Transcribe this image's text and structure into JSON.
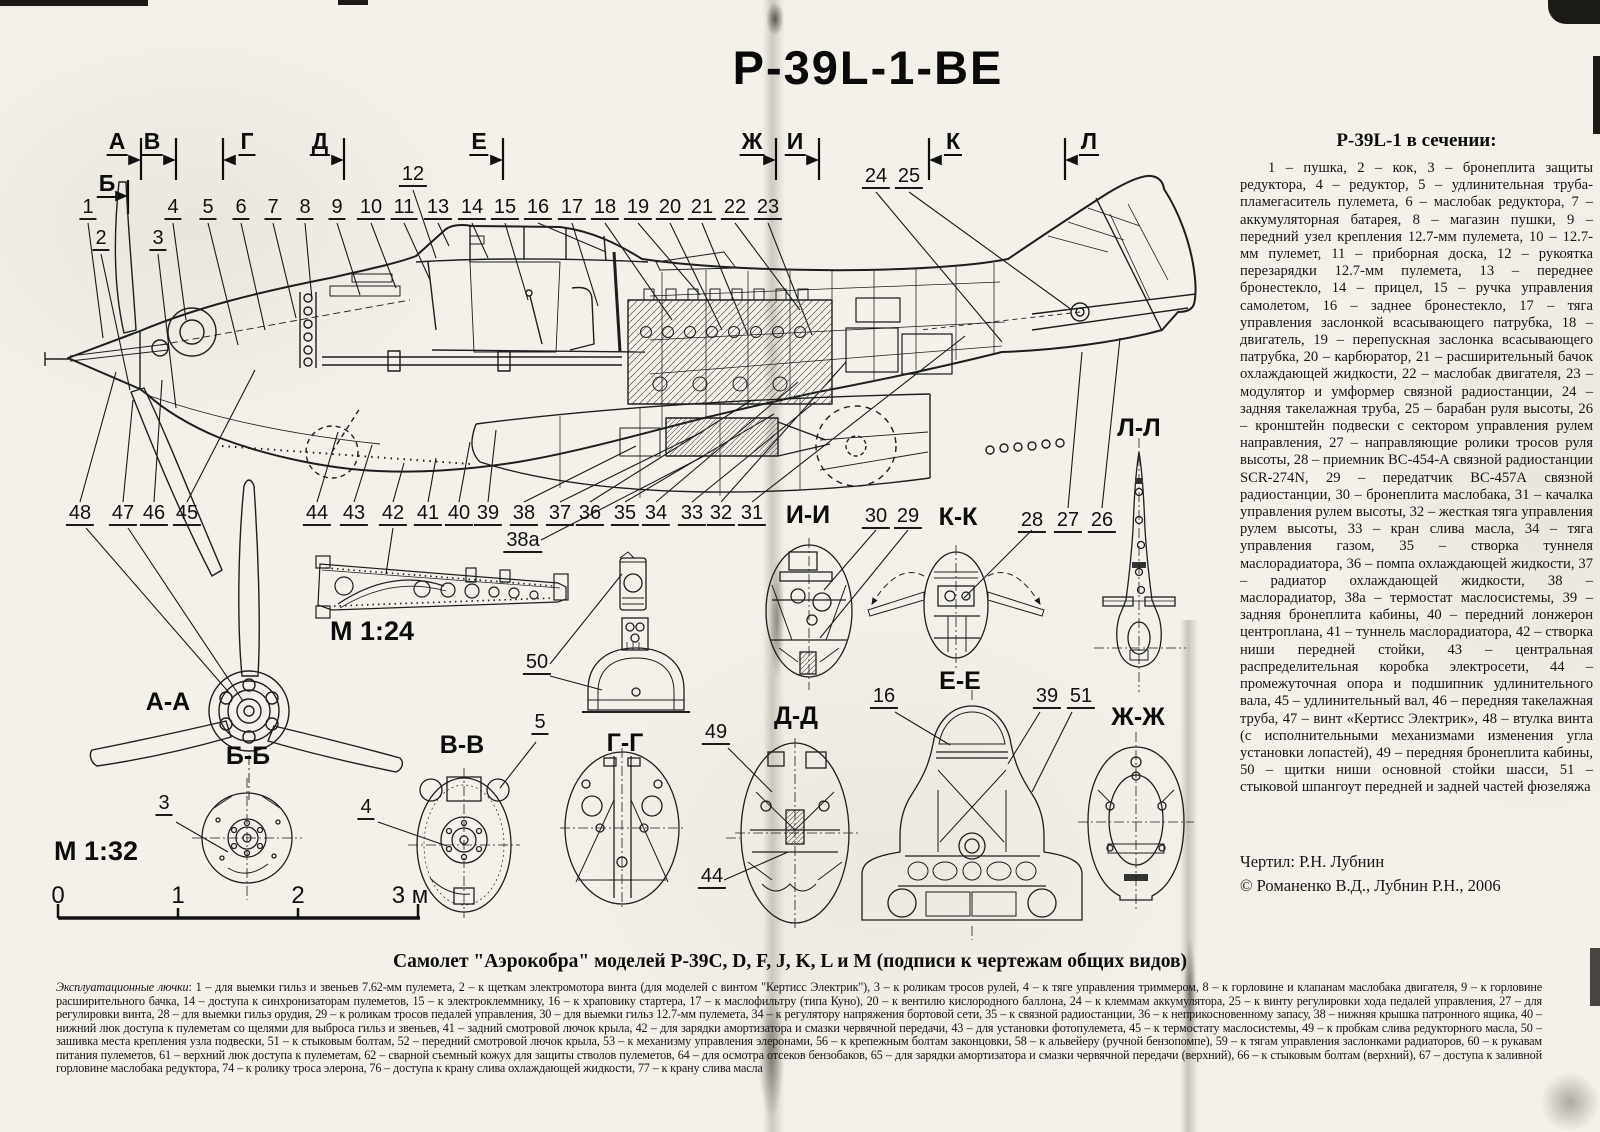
{
  "title": "P-39L-1-BE",
  "ruler": {
    "letters": [
      "А",
      "В",
      "Г",
      "Д",
      "Е",
      "Ж",
      "И",
      "К",
      "Л"
    ],
    "letter_b": "Б"
  },
  "callouts": {
    "top": [
      "1",
      "4",
      "5",
      "6",
      "7",
      "8",
      "9",
      "10",
      "11",
      "13",
      "14",
      "15",
      "16",
      "17",
      "18",
      "19",
      "20",
      "21",
      "22",
      "23"
    ],
    "elev": [
      "12",
      "24",
      "25"
    ],
    "left": [
      "2",
      "3"
    ],
    "bottom": [
      "48",
      "47",
      "46",
      "45",
      "44",
      "43",
      "42",
      "41",
      "40",
      "39",
      "38",
      "37",
      "36",
      "35",
      "34",
      "33",
      "32",
      "31"
    ],
    "b38a": "38a"
  },
  "sections": {
    "aa": {
      "label": "А-А"
    },
    "bb": {
      "label": "Б-Б",
      "c1": "3"
    },
    "vv": {
      "label": "В-В",
      "c1": "4",
      "c2": "5"
    },
    "gg": {
      "label": "Г-Г"
    },
    "dd": {
      "label": "Д-Д",
      "c1": "49",
      "c2": "44"
    },
    "ee": {
      "label": "Е-Е",
      "c1": "16",
      "c2": "39",
      "c3": "51"
    },
    "zh": {
      "label": "Ж-Ж"
    },
    "ii": {
      "label": "И-И",
      "c1": "30",
      "c2": "29"
    },
    "kk": {
      "label": "К-К",
      "c1": "28",
      "c2": "27",
      "c3": "26"
    },
    "ll": {
      "label": "Л-Л"
    },
    "gear_doors": {
      "c1": "50"
    }
  },
  "scales": {
    "m124": "М 1:24",
    "m132": "М 1:32",
    "bar": [
      "0",
      "1",
      "2",
      "3 м"
    ]
  },
  "legend": {
    "heading": "Р-39L-1 в сечении:",
    "body": "1 – пушка, 2 – кок, 3 – бронеплита защиты редуктора, 4 – редуктор, 5 – удлинительная труба-пламегаситель пулемета, 6 – маслобак редуктора, 7 – аккумуляторная батарея, 8 – магазин пушки, 9 – передний узел крепления 12.7-мм пулемета, 10 – 12.7-мм пулемет, 11 – приборная доска, 12 – рукоятка перезарядки 12.7-мм пулемета, 13 – переднее бронестекло, 14 – прицел, 15 – ручка управления самолетом, 16 – заднее бронестекло, 17 – тяга управления заслонкой всасывающего патрубка, 18 – двигатель, 19 – перепускная заслонка всасывающего патрубка, 20 – карбюратор, 21 – расширительный бачок охлаждающей жидкости, 22 – маслобак двигателя, 23 – модулятор и умформер связной радиостанции, 24 – задняя такелажная труба, 25 – барабан руля высоты, 26 – кронштейн подвески с сектором управления рулем направления, 27 – направляющие ролики тросов руля высоты, 28 – приемник ВС-454-А связной радиостанции SCR-274N, 29 – передатчик ВС-457А связной радиостанции, 30 – бронеплита маслобака, 31 – качалка управления рулем высоты, 32 – жесткая тяга управления рулем высоты, 33 – кран слива масла, 34 – тяга управления газом, 35 – створка туннеля маслорадиатора, 36 – помпа охлаждающей жидкости, 37 – радиатор охлаждающей жидкости, 38 – маслорадиатор, 38а – термостат маслосистемы, 39 – задняя бронеплита кабины, 40 – передний лонжерон центроплана, 41 – туннель маслорадиатора, 42 – створка ниши передней стойки, 43 – центральная распределительная коробка электросети, 44 – промежуточная опора и подшипник удлинительного вала, 45 – удлинительный вал, 46 – передняя такелажная труба, 47 – винт «Кертисс Электрик», 48 – втулка винта (с исполнительными механизмами изменения угла установки лопастей), 49 – передняя бронеплита кабины, 50 – щитки ниши основной стойки шасси, 51 – стыковой шпангоут передней и задней частей фюзеляжа"
  },
  "credits": {
    "drawn_by": "Чертил: Р.Н. Лубнин",
    "copyright": "© Романенко В.Д., Лубнин Р.Н., 2006"
  },
  "footer": {
    "caption": "Самолет \"Аэрокобра\" моделей Р-39С, D, F, J, K, L и М (подписи к чертежам общих видов)",
    "lead": "Эксплуатационные лючки",
    "body": ": 1 – для выемки гильз и звеньев 7.62-мм пулемета, 2 – к щеткам электромотора винта (для моделей с винтом \"Кертисс Электрик\"), 3 – к роликам тросов рулей, 4 – к тяге управления триммером, 8 – к горловине и клапанам маслобака двигателя, 9 – к горловине расширительного бачка, 14 – доступа к синхронизаторам пулеметов, 15 – к электроклеммнику, 16 – к храповику стартера, 17 – к маслофильтру (типа Куно), 20 – к вентилю кислородного баллона, 24 – к клеммам аккумулятора, 25 – к винту регулировки хода педалей управления, 27 – для регулировки винта, 28 – для выемки гильз орудия, 29 – к роликам тросов педалей управления, 30 – для выемки гильз 12.7-мм пулемета, 34 – к регулятору напряжения бортовой сети, 35 – к связной радиостанции, 36 – к неприкосновенному запасу, 38 – нижняя крышка патронного ящика, 40 – нижний люк доступа к пулеметам со щелями для выброса гильз и звеньев, 41 – задний смотровой лючок крыла, 42 – для зарядки амортизатора и смазки червячной передачи, 43 – для установки фотопулемета, 45 – к термостату маслосистемы, 49 – к пробкам слива редукторного масла, 50 – зашивка места крепления узла подвески, 51 – к стыковым болтам, 52 – передний смотровой лючок крыла, 53 – к механизму управления элеронами, 56 – к крепежным болтам законцовки, 58 – к альвейеру (ручной бензопомпе), 59 – к тягам управления заслонками радиаторов, 60 – к рукавам питания пулеметов, 61 – верхний люк доступа к пулеметам, 62 – сварной съемный кожух для защиты стволов пулеметов, 64 – для осмотра отсеков бензобаков, 65 – для зарядки амортизатора и смазки червячной передачи (верхний), 66 – к стыковым болтам (верхний), 67 – доступа к заливной горловине маслобака редуктора, 74 – к ролику троса элерона, 76 – доступа к крану слива охлаждающей жидкости, 77 – к крану слива масла"
  }
}
